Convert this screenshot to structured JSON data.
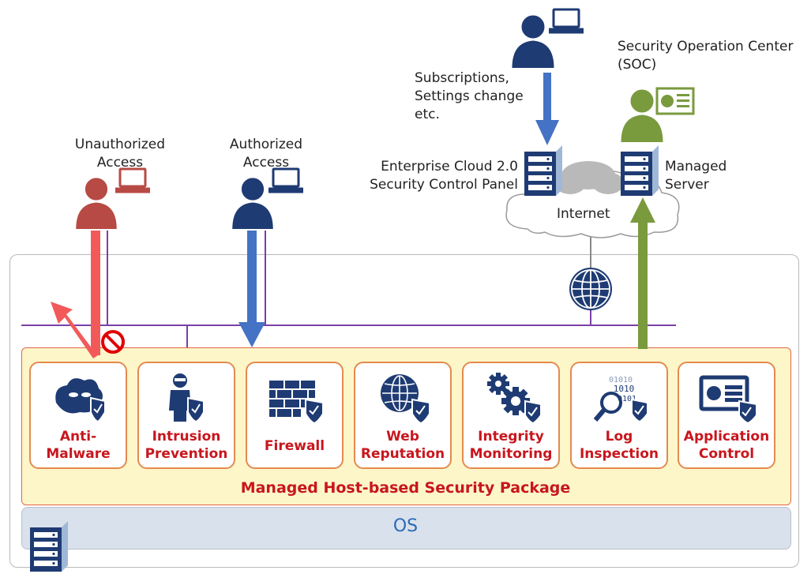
{
  "actors": {
    "unauthorized": "Unauthorized\nAccess",
    "authorized": "Authorized\nAccess",
    "soc": "Security Operation Center\n(SOC)"
  },
  "notes": {
    "subscriptions": "Subscriptions,\nSettings change\netc."
  },
  "servers": {
    "control_panel": "Enterprise Cloud 2.0\nSecurity Control Panel",
    "managed": "Managed\nServer"
  },
  "internet": "Internet",
  "package": {
    "title": "Managed Host-based Security Package",
    "modules": [
      {
        "label": "Anti-\nMalware",
        "icon": "malware-icon"
      },
      {
        "label": "Intrusion\nPrevention",
        "icon": "intruder-icon"
      },
      {
        "label": "Firewall",
        "icon": "brick-wall-icon"
      },
      {
        "label": "Web\nReputation",
        "icon": "globe-icon"
      },
      {
        "label": "Integrity\nMonitoring",
        "icon": "gears-icon"
      },
      {
        "label": "Log\nInspection",
        "icon": "magnifier-binary-icon"
      },
      {
        "label": "Application\nControl",
        "icon": "app-window-icon"
      }
    ]
  },
  "os": "OS",
  "colors": {
    "blocked": "#f25a5a",
    "allowed": "#4472c4",
    "managed": "#7a9a3e",
    "network": "#7b3fa6",
    "module_text": "#c8161d",
    "os_text": "#2a6bb8"
  }
}
